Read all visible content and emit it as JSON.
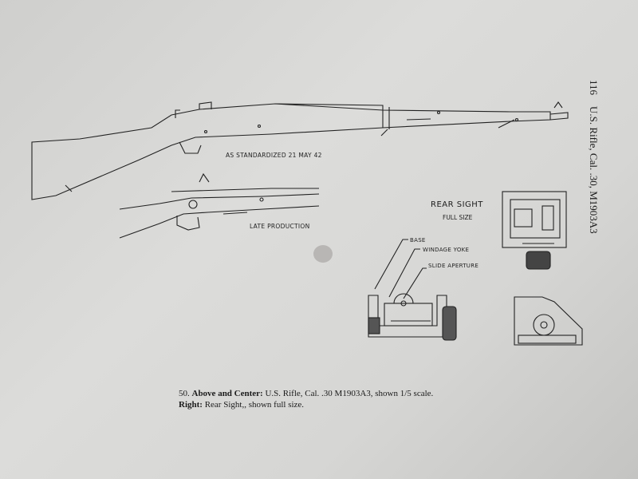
{
  "running_head": {
    "page_number": "116",
    "title": "U.S. Rifle, Cal. .30, M1903A3"
  },
  "figure": {
    "rifle_label_top": "AS STANDARDIZED 21 MAY 42",
    "rifle_label_center": "LATE PRODUCTION",
    "rear_sight_title": "REAR SIGHT",
    "rear_sight_subtitle": "FULL SIZE",
    "callouts": [
      "BASE",
      "WINDAGE YOKE",
      "SLIDE APERTURE"
    ]
  },
  "caption": {
    "number": "50.",
    "lead_bold": "Above and Center:",
    "lead_text": "U.S. Rifle, Cal. .30 M1903A3, shown 1/5 scale.",
    "second_bold": "Right:",
    "second_text": "Rear Sight,, shown full size."
  }
}
